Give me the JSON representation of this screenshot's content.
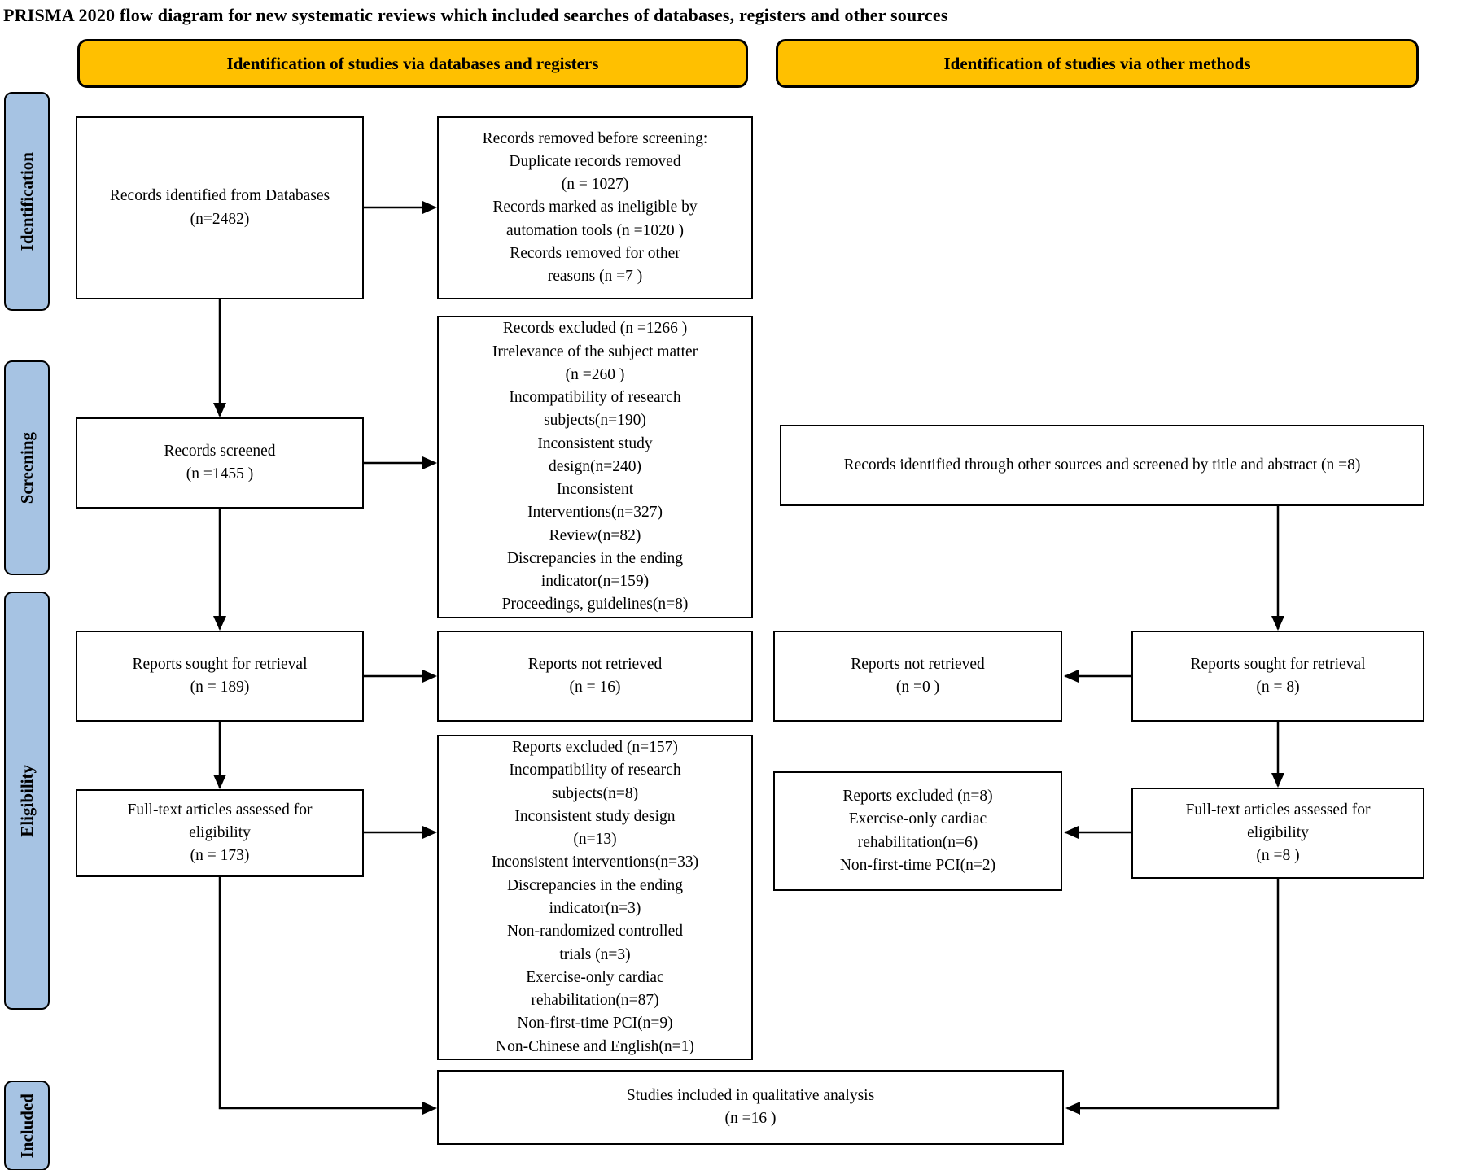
{
  "title": "PRISMA 2020 flow diagram for new systematic reviews which included searches of databases, registers and other sources",
  "headers": {
    "databases": "Identification of studies via databases and registers",
    "other": "Identification of studies via other methods"
  },
  "stages": {
    "identification": "Identification",
    "screening": "Screening",
    "eligibility": "Eligibility",
    "included": "Included"
  },
  "boxes": {
    "records_identified_db": "Records identified from Databases\n(n=2482)",
    "records_removed": "Records removed before screening:\nDuplicate records removed\n(n = 1027)\nRecords marked as ineligible by\nautomation tools (n =1020 )\nRecords removed for other\nreasons (n =7 )",
    "records_screened": "Records screened\n(n =1455 )",
    "records_excluded": "Records excluded (n =1266 )\nIrrelevance of the subject matter\n(n =260 )\nIncompatibility of research\nsubjects(n=190)\nInconsistent study\ndesign(n=240)\nInconsistent\nInterventions(n=327)\nReview(n=82)\nDiscrepancies in the ending\nindicator(n=159)\nProceedings, guidelines(n=8)",
    "reports_sought_db": "Reports sought for retrieval\n(n = 189)",
    "reports_not_retrieved_db": "Reports not retrieved\n(n = 16)",
    "fulltext_db": "Full-text articles assessed for\neligibility\n(n = 173)",
    "reports_excluded_db": "Reports excluded (n=157)\nIncompatibility of research\nsubjects(n=8)\nInconsistent study design\n(n=13)\nInconsistent interventions(n=33)\nDiscrepancies in the ending\nindicator(n=3)\nNon-randomized controlled\ntrials (n=3)\nExercise-only cardiac\nrehabilitation(n=87)\nNon-first-time PCI(n=9)\nNon-Chinese and English(n=1)",
    "records_other": "Records identified through other sources and screened by title and abstract (n =8)",
    "reports_not_retrieved_other": "Reports not retrieved\n(n =0 )",
    "reports_sought_other": "Reports sought for retrieval\n(n = 8)",
    "reports_excluded_other": "Reports excluded (n=8)\nExercise-only cardiac\nrehabilitation(n=6)\nNon-first-time PCI(n=2)",
    "fulltext_other": "Full-text articles assessed for\neligibility\n(n =8 )",
    "studies_included": "Studies included in qualitative analysis\n(n =16 )"
  },
  "colors": {
    "header_bg": "#FFC000",
    "stage_bg": "#A6C3E3",
    "border": "#000000"
  }
}
